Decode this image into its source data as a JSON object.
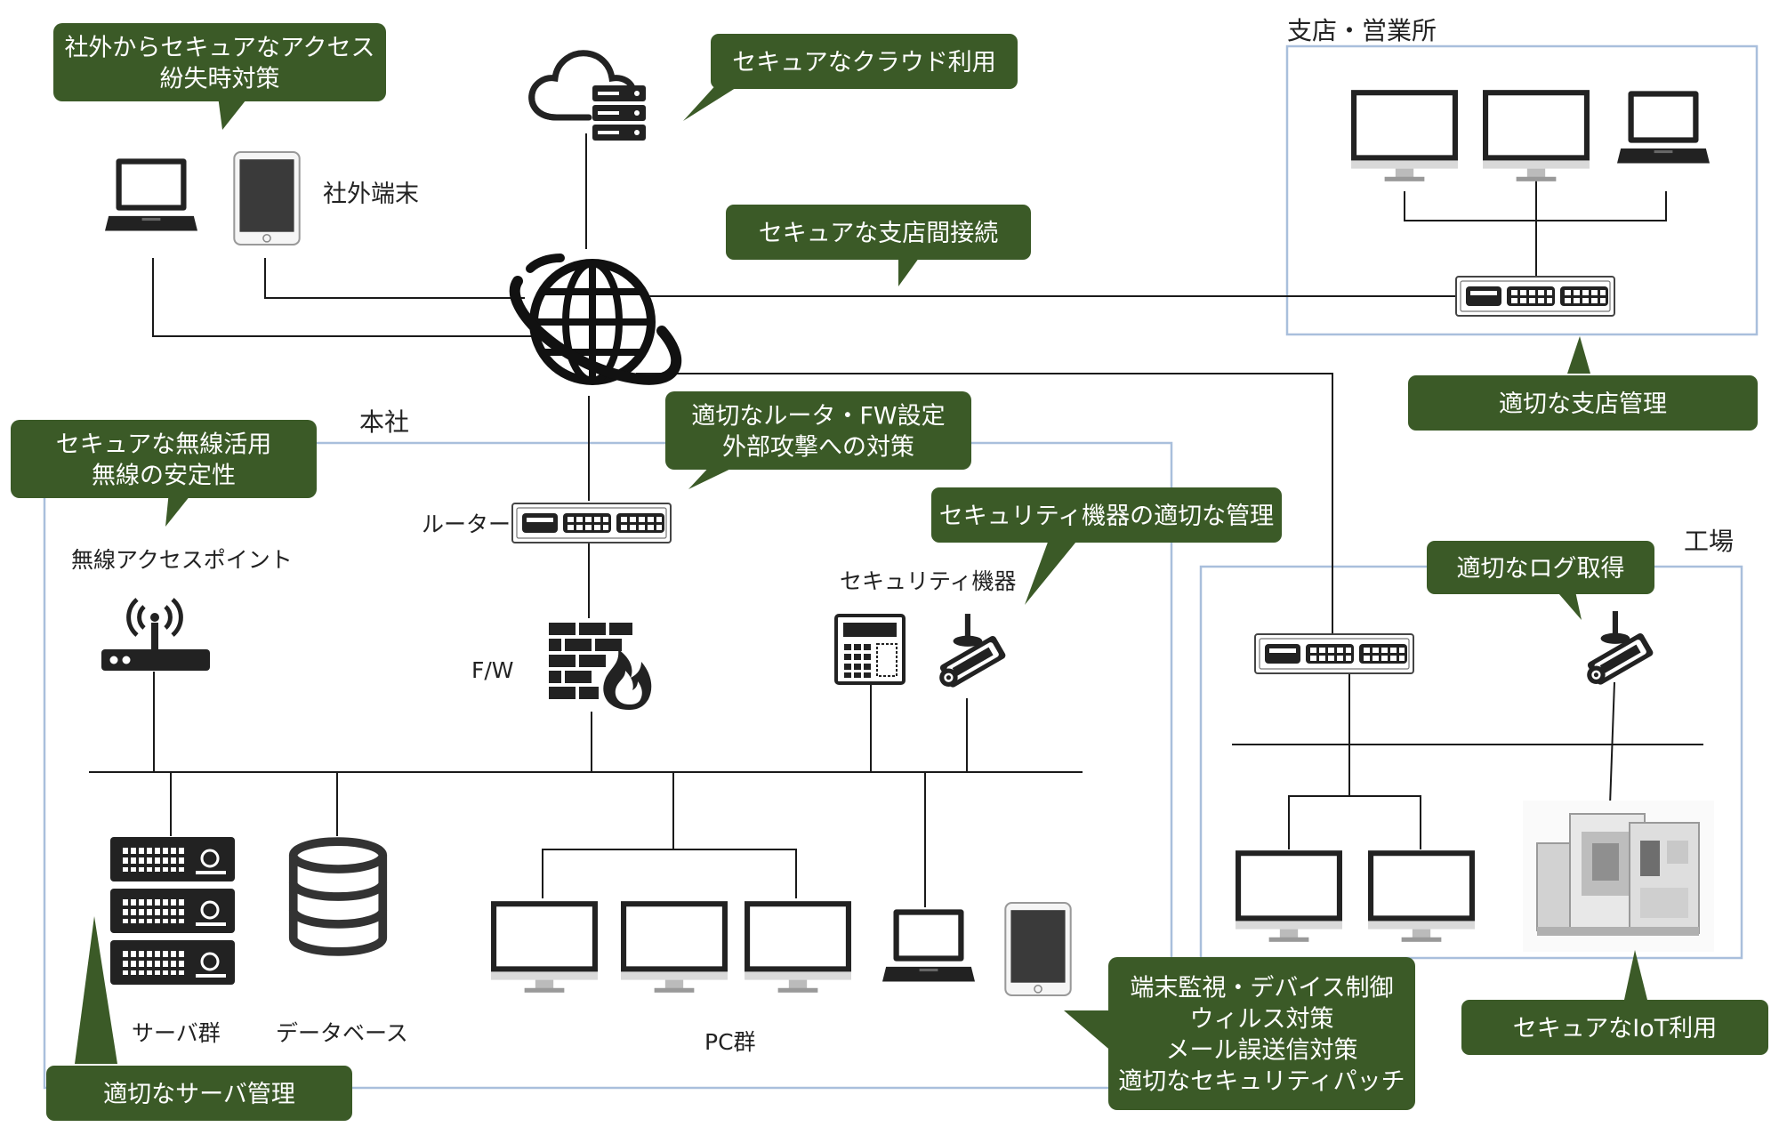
{
  "colors": {
    "callout_bg": "#3b5a27",
    "callout_text": "#ffffff",
    "zone_border": "#a9bfdc",
    "line": "#1a1a1a",
    "device_dark": "#222222"
  },
  "areas": {
    "head_office": "本社",
    "branch": "支店・営業所",
    "factory": "工場"
  },
  "labels": {
    "external_terminals": "社外端末",
    "router": "ルーター",
    "firewall": "F/W",
    "security_devices": "セキュリティ機器",
    "wireless_ap": "無線アクセスポイント",
    "server_group": "サーバ群",
    "database": "データベース",
    "pc_group": "PC群"
  },
  "callouts": {
    "external_access": [
      "社外からセキュアなアクセス",
      "紛失時対策"
    ],
    "cloud": [
      "セキュアなクラウド利用"
    ],
    "inter_branch": [
      "セキュアな支店間接続"
    ],
    "branch_mgmt": [
      "適切な支店管理"
    ],
    "router_fw": [
      "適切なルータ・FW設定",
      "外部攻撃への対策"
    ],
    "wireless": [
      "セキュアな無線活用",
      "無線の安定性"
    ],
    "security_mgmt": [
      "セキュリティ機器の適切な管理"
    ],
    "logging": [
      "適切なログ取得"
    ],
    "server_mgmt": [
      "適切なサーバ管理"
    ],
    "endpoint": [
      "端末監視・デバイス制御",
      "ウィルス対策",
      "メール誤送信対策",
      "適切なセキュリティパッチ"
    ],
    "iot": [
      "セキュアなIoT利用"
    ]
  },
  "icons": {
    "cloud": "cloud-server-icon",
    "internet": "globe-icon",
    "switch": "network-switch-icon",
    "firewall": "firewall-icon",
    "camera": "security-camera-icon",
    "controller": "security-controller-icon",
    "access_point": "wireless-router-icon",
    "server": "server-rack-icon",
    "database": "database-icon",
    "monitor": "desktop-monitor-icon",
    "laptop": "laptop-icon",
    "tablet": "tablet-icon",
    "machine": "industrial-machine-icon"
  }
}
